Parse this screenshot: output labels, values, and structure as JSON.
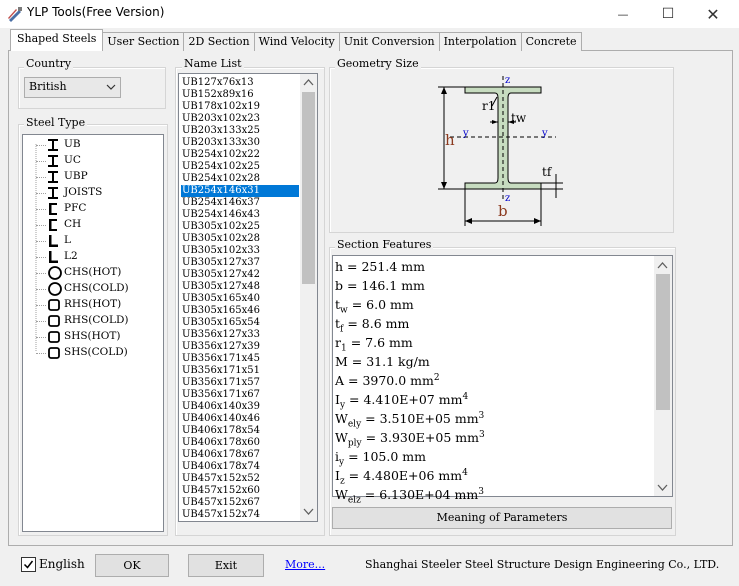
{
  "window": {
    "title": "YLP Tools(Free Version)",
    "minimize_glyph": "—",
    "maximize_glyph": "☐",
    "close_glyph": "✕"
  },
  "tabs": [
    "Shaped Steels",
    "User Section",
    "2D Section",
    "Wind Velocity",
    "Unit Conversion",
    "Interpolation",
    "Concrete"
  ],
  "country": {
    "label": "Country",
    "value": "British"
  },
  "steel_type": {
    "label": "Steel Type",
    "items": [
      {
        "label": "UB",
        "icon": "i-beam-icon"
      },
      {
        "label": "UC",
        "icon": "i-beam-icon"
      },
      {
        "label": "UBP",
        "icon": "i-beam-icon"
      },
      {
        "label": "JOISTS",
        "icon": "i-beam-icon"
      },
      {
        "label": "PFC",
        "icon": "channel-icon"
      },
      {
        "label": "CH",
        "icon": "channel-icon"
      },
      {
        "label": "L",
        "icon": "angle-icon"
      },
      {
        "label": "L2",
        "icon": "angle-icon"
      },
      {
        "label": "CHS(HOT)",
        "icon": "circle-icon"
      },
      {
        "label": "CHS(COLD)",
        "icon": "circle-icon"
      },
      {
        "label": "RHS(HOT)",
        "icon": "rect-hollow-icon"
      },
      {
        "label": "RHS(COLD)",
        "icon": "rect-hollow-icon"
      },
      {
        "label": "SHS(HOT)",
        "icon": "rect-hollow-icon"
      },
      {
        "label": "SHS(COLD)",
        "icon": "rect-hollow-icon"
      }
    ]
  },
  "name_list": {
    "label": "Name List",
    "selected": "UB254x146x31",
    "items": [
      "UB127x76x13",
      "UB152x89x16",
      "UB178x102x19",
      "UB203x102x23",
      "UB203x133x25",
      "UB203x133x30",
      "UB254x102x22",
      "UB254x102x25",
      "UB254x102x28",
      "UB254x146x31",
      "UB254x146x37",
      "UB254x146x43",
      "UB305x102x25",
      "UB305x102x28",
      "UB305x102x33",
      "UB305x127x37",
      "UB305x127x42",
      "UB305x127x48",
      "UB305x165x40",
      "UB305x165x46",
      "UB305x165x54",
      "UB356x127x33",
      "UB356x127x39",
      "UB356x171x45",
      "UB356x171x51",
      "UB356x171x57",
      "UB356x171x67",
      "UB406x140x39",
      "UB406x140x46",
      "UB406x178x54",
      "UB406x178x60",
      "UB406x178x67",
      "UB406x178x74",
      "UB457x152x52",
      "UB457x152x60",
      "UB457x152x67",
      "UB457x152x74"
    ]
  },
  "geometry": {
    "label": "Geometry Size",
    "labels": {
      "h": "h",
      "b": "b",
      "tw": "tw",
      "tf": "tf",
      "r1": "r1",
      "y": "y",
      "z": "z"
    },
    "colors": {
      "flange": "#c7dcc0",
      "outline": "#000000",
      "dim_text": "#8b3a1f",
      "axis": "#0000cc"
    }
  },
  "section_features": {
    "label": "Section Features",
    "lines": [
      {
        "sym": "h",
        "sub": "",
        "text": " = 251.4 mm",
        "sup": ""
      },
      {
        "sym": "b",
        "sub": "",
        "text": " = 146.1 mm",
        "sup": ""
      },
      {
        "sym": "t",
        "sub": "w",
        "text": " = 6.0 mm",
        "sup": ""
      },
      {
        "sym": "t",
        "sub": "f",
        "text": " = 8.6 mm",
        "sup": ""
      },
      {
        "sym": "r",
        "sub": "1",
        "text": " = 7.6 mm",
        "sup": ""
      },
      {
        "sym": "M",
        "sub": "",
        "text": " = 31.1 kg/m",
        "sup": ""
      },
      {
        "sym": "A",
        "sub": "",
        "text": " = 3970.0 mm",
        "sup": "2"
      },
      {
        "sym": "I",
        "sub": "y",
        "text": " = 4.410E+07 mm",
        "sup": "4"
      },
      {
        "sym": "W",
        "sub": "ely",
        "text": " = 3.510E+05 mm",
        "sup": "3"
      },
      {
        "sym": "W",
        "sub": "ply",
        "text": " = 3.930E+05 mm",
        "sup": "3"
      },
      {
        "sym": "i",
        "sub": "y",
        "text": " = 105.0 mm",
        "sup": ""
      },
      {
        "sym": "I",
        "sub": "z",
        "text": " = 4.480E+06 mm",
        "sup": "4"
      },
      {
        "sym": "W",
        "sub": "elz",
        "text": " = 6.130E+04 mm",
        "sup": "3"
      }
    ]
  },
  "buttons": {
    "meaning": "Meaning of Parameters",
    "ok": "OK",
    "exit": "Exit",
    "more": "More..."
  },
  "english": {
    "label": "English",
    "checked": true
  },
  "footer": "Shanghai Steeler Steel Structure Design Engineering Co., LTD."
}
